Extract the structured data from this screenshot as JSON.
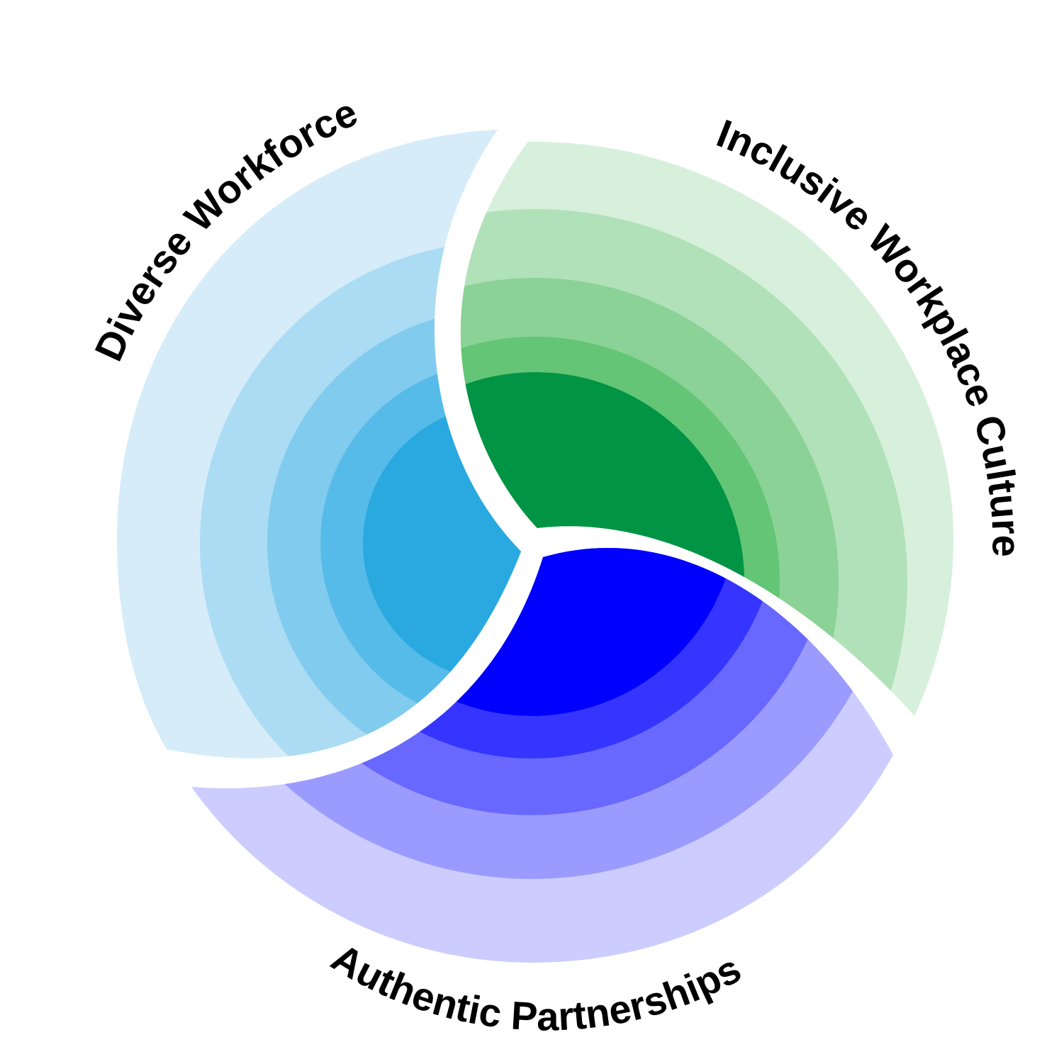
{
  "diagram": {
    "segments": [
      {
        "id": "diverse-workforce",
        "label": "Diverse Workforce",
        "rings": [
          "#d6ecf9",
          "#abdcf3",
          "#81cbee",
          "#56bbe8",
          "#2aa9e0"
        ]
      },
      {
        "id": "inclusive-workplace-culture",
        "label": "Inclusive Workplace Culture",
        "rings": [
          "#d7f0dc",
          "#b1e1b8",
          "#8bd297",
          "#63c575",
          "#009444"
        ]
      },
      {
        "id": "authentic-partnerships",
        "label": "Authentic Partnerships",
        "rings": [
          "#cccdfe",
          "#9b9bff",
          "#6868ff",
          "#3535ff",
          "#0000ff"
        ]
      }
    ]
  }
}
